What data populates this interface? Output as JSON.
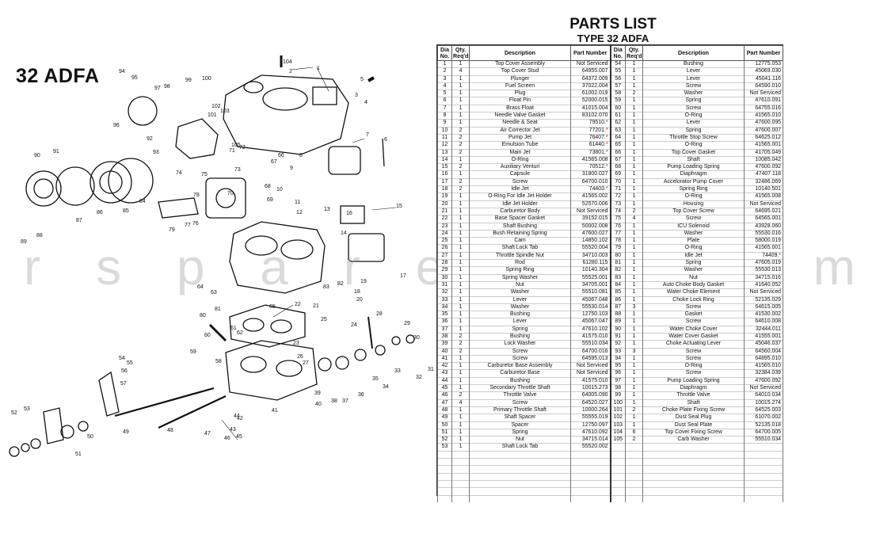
{
  "diagram": {
    "title": "32 ADFA"
  },
  "parts_list": {
    "title": "PARTS LIST",
    "subtitle": "TYPE 32 ADFA",
    "headers": {
      "dia": "Dia No.",
      "qty": "Qty. Req'd",
      "desc": "Description",
      "part": "Part Number"
    },
    "rows": [
      {
        "no": "1",
        "qty": "1",
        "desc": "Top Cover Assembly",
        "part": "Not Serviced"
      },
      {
        "no": "2",
        "qty": "4",
        "desc": "Top Cover Stud",
        "part": "64955.007"
      },
      {
        "no": "3",
        "qty": "1",
        "desc": "Plunger",
        "part": "64372.009"
      },
      {
        "no": "4",
        "qty": "1",
        "desc": "Fuel Screen",
        "part": "37022.004"
      },
      {
        "no": "5",
        "qty": "1",
        "desc": "Plug",
        "part": "61002.019"
      },
      {
        "no": "6",
        "qty": "1",
        "desc": "Float Pin",
        "part": "52000.015"
      },
      {
        "no": "7",
        "qty": "1",
        "desc": "Brass Float",
        "part": "41015.004"
      },
      {
        "no": "8",
        "qty": "1",
        "desc": "Needle Valve Gasket",
        "part": "83102.070"
      },
      {
        "no": "9",
        "qty": "1",
        "desc": "Needle & Seat",
        "part": "79510.*"
      },
      {
        "no": "10",
        "qty": "2",
        "desc": "Air Corrector Jet",
        "part": "77201.*"
      },
      {
        "no": "11",
        "qty": "2",
        "desc": "Pump Jet",
        "part": "76407.*"
      },
      {
        "no": "12",
        "qty": "2",
        "desc": "Emulsion Tube",
        "part": "61440.*"
      },
      {
        "no": "13",
        "qty": "2",
        "desc": "Main Jet",
        "part": "73801.*"
      },
      {
        "no": "14",
        "qty": "1",
        "desc": "O-Ring",
        "part": "41565.008"
      },
      {
        "no": "15",
        "qty": "2",
        "desc": "Auxiliary Venturi",
        "part": "70512.*"
      },
      {
        "no": "16",
        "qty": "1",
        "desc": "Capsule",
        "part": "31800.027"
      },
      {
        "no": "17",
        "qty": "2",
        "desc": "Screw",
        "part": "64700.010"
      },
      {
        "no": "18",
        "qty": "2",
        "desc": "Idle Jet",
        "part": "74403.*"
      },
      {
        "no": "19",
        "qty": "1",
        "desc": "O-Ring For Idle Jet Holder",
        "part": "41565.002"
      },
      {
        "no": "20",
        "qty": "1",
        "desc": "Idle Jet Holder",
        "part": "52570.006"
      },
      {
        "no": "21",
        "qty": "1",
        "desc": "Carburetor Body",
        "part": "Not Serviced"
      },
      {
        "no": "22",
        "qty": "1",
        "desc": "Base Spacer Gasket",
        "part": "39152.015"
      },
      {
        "no": "23",
        "qty": "1",
        "desc": "Shaft Bushing",
        "part": "50002.008"
      },
      {
        "no": "24",
        "qty": "1",
        "desc": "Bush Retaining Spring",
        "part": "47600.027"
      },
      {
        "no": "25",
        "qty": "1",
        "desc": "Cam",
        "part": "14850.102"
      },
      {
        "no": "26",
        "qty": "1",
        "desc": "Shaft Lock Tab",
        "part": "55520.004"
      },
      {
        "no": "27",
        "qty": "1",
        "desc": "Throttle Spindle Nut",
        "part": "34710.003"
      },
      {
        "no": "28",
        "qty": "1",
        "desc": "Rod",
        "part": "61280.115"
      },
      {
        "no": "29",
        "qty": "1",
        "desc": "Spring Ring",
        "part": "10140.304"
      },
      {
        "no": "30",
        "qty": "1",
        "desc": "Spring Washer",
        "part": "55525.001"
      },
      {
        "no": "31",
        "qty": "1",
        "desc": "Nut",
        "part": "34705.001"
      },
      {
        "no": "32",
        "qty": "1",
        "desc": "Washer",
        "part": "55510.081"
      },
      {
        "no": "33",
        "qty": "1",
        "desc": "Lever",
        "part": "45067.048"
      },
      {
        "no": "34",
        "qty": "1",
        "desc": "Washer",
        "part": "55530.014"
      },
      {
        "no": "35",
        "qty": "1",
        "desc": "Bushing",
        "part": "12750.103"
      },
      {
        "no": "36",
        "qty": "1",
        "desc": "Lever",
        "part": "45067.047"
      },
      {
        "no": "37",
        "qty": "1",
        "desc": "Spring",
        "part": "47610.102"
      },
      {
        "no": "38",
        "qty": "2",
        "desc": "Bushing",
        "part": "41575.010"
      },
      {
        "no": "39",
        "qty": "2",
        "desc": "Lock Washer",
        "part": "55510.034"
      },
      {
        "no": "40",
        "qty": "2",
        "desc": "Screw",
        "part": "64700.016"
      },
      {
        "no": "41",
        "qty": "1",
        "desc": "Screw",
        "part": "64595.013"
      },
      {
        "no": "42",
        "qty": "1",
        "desc": "Carburetor Base Assembly",
        "part": "Not Serviced"
      },
      {
        "no": "43",
        "qty": "1",
        "desc": "Carburetor Base",
        "part": "Not Serviced"
      },
      {
        "no": "44",
        "qty": "1",
        "desc": "Bushing",
        "part": "41575.010"
      },
      {
        "no": "45",
        "qty": "1",
        "desc": "Secondary Throttle Shaft",
        "part": "10015.273"
      },
      {
        "no": "46",
        "qty": "2",
        "desc": "Throttle Valve",
        "part": "64005.090"
      },
      {
        "no": "47",
        "qty": "4",
        "desc": "Screw",
        "part": "64520.027"
      },
      {
        "no": "48",
        "qty": "1",
        "desc": "Primary Throttle Shaft",
        "part": "10000.264"
      },
      {
        "no": "49",
        "qty": "1",
        "desc": "Shaft Spacer",
        "part": "55555.019"
      },
      {
        "no": "50",
        "qty": "1",
        "desc": "Spacer",
        "part": "12750.097"
      },
      {
        "no": "51",
        "qty": "1",
        "desc": "Spring",
        "part": "47610.092"
      },
      {
        "no": "52",
        "qty": "1",
        "desc": "Nut",
        "part": "34715.014"
      },
      {
        "no": "53",
        "qty": "1",
        "desc": "Shaft Lock Tab",
        "part": "55520.002"
      }
    ],
    "rows_right": [
      {
        "no": "54",
        "qty": "1",
        "desc": "Bushing",
        "part": "12775.053"
      },
      {
        "no": "55",
        "qty": "1",
        "desc": "Lever",
        "part": "45069.030"
      },
      {
        "no": "56",
        "qty": "1",
        "desc": "Lever",
        "part": "45041.116"
      },
      {
        "no": "57",
        "qty": "1",
        "desc": "Screw",
        "part": "64590.010"
      },
      {
        "no": "58",
        "qty": "2",
        "desc": "Washer",
        "part": "Not Serviced"
      },
      {
        "no": "59",
        "qty": "1",
        "desc": "Spring",
        "part": "47610.091"
      },
      {
        "no": "60",
        "qty": "1",
        "desc": "Screw",
        "part": "64755.016"
      },
      {
        "no": "61",
        "qty": "1",
        "desc": "O-Ring",
        "part": "41565.010"
      },
      {
        "no": "62",
        "qty": "1",
        "desc": "Lever",
        "part": "47600.095"
      },
      {
        "no": "63",
        "qty": "1",
        "desc": "Spring",
        "part": "47600.007"
      },
      {
        "no": "64",
        "qty": "1",
        "desc": "Throttle Stop Screw",
        "part": "64625.012"
      },
      {
        "no": "65",
        "qty": "1",
        "desc": "O-Ring",
        "part": "41565.001"
      },
      {
        "no": "66",
        "qty": "1",
        "desc": "Top Cover Gasket",
        "part": "41705.049"
      },
      {
        "no": "67",
        "qty": "1",
        "desc": "Shaft",
        "part": "10085.042"
      },
      {
        "no": "68",
        "qty": "1",
        "desc": "Pump Loading Spring",
        "part": "47600.092"
      },
      {
        "no": "69",
        "qty": "1",
        "desc": "Diaphragm",
        "part": "47407.118"
      },
      {
        "no": "70",
        "qty": "1",
        "desc": "Accelorator Pump Cover",
        "part": "32486.069"
      },
      {
        "no": "71",
        "qty": "1",
        "desc": "Spring Ring",
        "part": "10140.501"
      },
      {
        "no": "72",
        "qty": "1",
        "desc": "O-Ring",
        "part": "41565.008"
      },
      {
        "no": "73",
        "qty": "1",
        "desc": "Housing",
        "part": "Not Serviced"
      },
      {
        "no": "74",
        "qty": "2",
        "desc": "Top Cover Screw",
        "part": "64695.021"
      },
      {
        "no": "75",
        "qty": "4",
        "desc": "Screw",
        "part": "64565.001"
      },
      {
        "no": "76",
        "qty": "1",
        "desc": "ICU Solenoid",
        "part": "43928.060"
      },
      {
        "no": "77",
        "qty": "1",
        "desc": "Washer",
        "part": "55530.016"
      },
      {
        "no": "78",
        "qty": "1",
        "desc": "Plate",
        "part": "58000.019"
      },
      {
        "no": "79",
        "qty": "1",
        "desc": "O-Ring",
        "part": "41565.001"
      },
      {
        "no": "80",
        "qty": "1",
        "desc": "Idle Jet",
        "part": "74409.*"
      },
      {
        "no": "81",
        "qty": "1",
        "desc": "Spring",
        "part": "47605.019"
      },
      {
        "no": "82",
        "qty": "1",
        "desc": "Washer",
        "part": "55530.013"
      },
      {
        "no": "83",
        "qty": "1",
        "desc": "Nut",
        "part": "34715.016"
      },
      {
        "no": "84",
        "qty": "1",
        "desc": "Auto Choke Body Gasket",
        "part": "41640.052"
      },
      {
        "no": "85",
        "qty": "1",
        "desc": "Water Choke Element",
        "part": "Not Serviced"
      },
      {
        "no": "86",
        "qty": "1",
        "desc": "Choke Lock Ring",
        "part": "52135.029"
      },
      {
        "no": "87",
        "qty": "3",
        "desc": "Screw",
        "part": "64615.005"
      },
      {
        "no": "88",
        "qty": "1",
        "desc": "Gasket",
        "part": "41530.002"
      },
      {
        "no": "89",
        "qty": "1",
        "desc": "Screw",
        "part": "64610.008"
      },
      {
        "no": "90",
        "qty": "1",
        "desc": "Water Choke Cover",
        "part": "32444.011"
      },
      {
        "no": "91",
        "qty": "1",
        "desc": "Water Cover Gasket",
        "part": "41555.001"
      },
      {
        "no": "92",
        "qty": "1",
        "desc": "Choke Actuating Lever",
        "part": "45046.037"
      },
      {
        "no": "93",
        "qty": "3",
        "desc": "Screw",
        "part": "64560.004"
      },
      {
        "no": "94",
        "qty": "1",
        "desc": "Screw",
        "part": "64895.010"
      },
      {
        "no": "95",
        "qty": "1",
        "desc": "O-Ring",
        "part": "41565.010"
      },
      {
        "no": "96",
        "qty": "1",
        "desc": "Screw",
        "part": "32384.039"
      },
      {
        "no": "97",
        "qty": "1",
        "desc": "Pump Loading Spring",
        "part": "47600.092"
      },
      {
        "no": "98",
        "qty": "1",
        "desc": "Diaphragm",
        "part": "Not Serviced"
      },
      {
        "no": "99",
        "qty": "1",
        "desc": "Throttle Valve",
        "part": "64010.034"
      },
      {
        "no": "100",
        "qty": "1",
        "desc": "Shaft",
        "part": "10015.274"
      },
      {
        "no": "101",
        "qty": "2",
        "desc": "Choke Plate Fixing Screw",
        "part": "64525.003"
      },
      {
        "no": "102",
        "qty": "1",
        "desc": "Dust Seal Plug",
        "part": "61070.002"
      },
      {
        "no": "103",
        "qty": "1",
        "desc": "Dust Seal Plate",
        "part": "52135.018"
      },
      {
        "no": "104",
        "qty": "6",
        "desc": "Top Cover Fixing Screw",
        "part": "64700.005"
      },
      {
        "no": "105",
        "qty": "2",
        "desc": "Carb Washer",
        "part": "55510.034"
      },
      {
        "no": "",
        "qty": "",
        "desc": "",
        "part": ""
      }
    ]
  },
  "watermark": "r s p a r e s . c o m",
  "callouts": [
    "1",
    "2",
    "3",
    "4",
    "5",
    "6",
    "7",
    "8",
    "9",
    "10",
    "11",
    "12",
    "13",
    "14",
    "15",
    "16",
    "17",
    "18",
    "19",
    "20",
    "21",
    "22",
    "23",
    "24",
    "25",
    "26",
    "27",
    "28",
    "29",
    "30",
    "31",
    "32",
    "33",
    "34",
    "35",
    "36",
    "37",
    "38",
    "39",
    "40",
    "41",
    "42",
    "43",
    "44",
    "45",
    "46",
    "47",
    "48",
    "49",
    "50",
    "51",
    "52",
    "53",
    "54",
    "55",
    "56",
    "57",
    "58",
    "59",
    "60",
    "61",
    "62",
    "63",
    "64",
    "65",
    "66",
    "67",
    "68",
    "69",
    "70",
    "71",
    "72",
    "73",
    "74",
    "75",
    "76",
    "77",
    "78",
    "79",
    "80",
    "81",
    "82",
    "83",
    "84",
    "85",
    "86",
    "87",
    "88",
    "89",
    "90",
    "91",
    "92",
    "93",
    "94",
    "95",
    "96",
    "97",
    "98",
    "99",
    "100",
    "101",
    "102",
    "103",
    "104",
    "105"
  ]
}
